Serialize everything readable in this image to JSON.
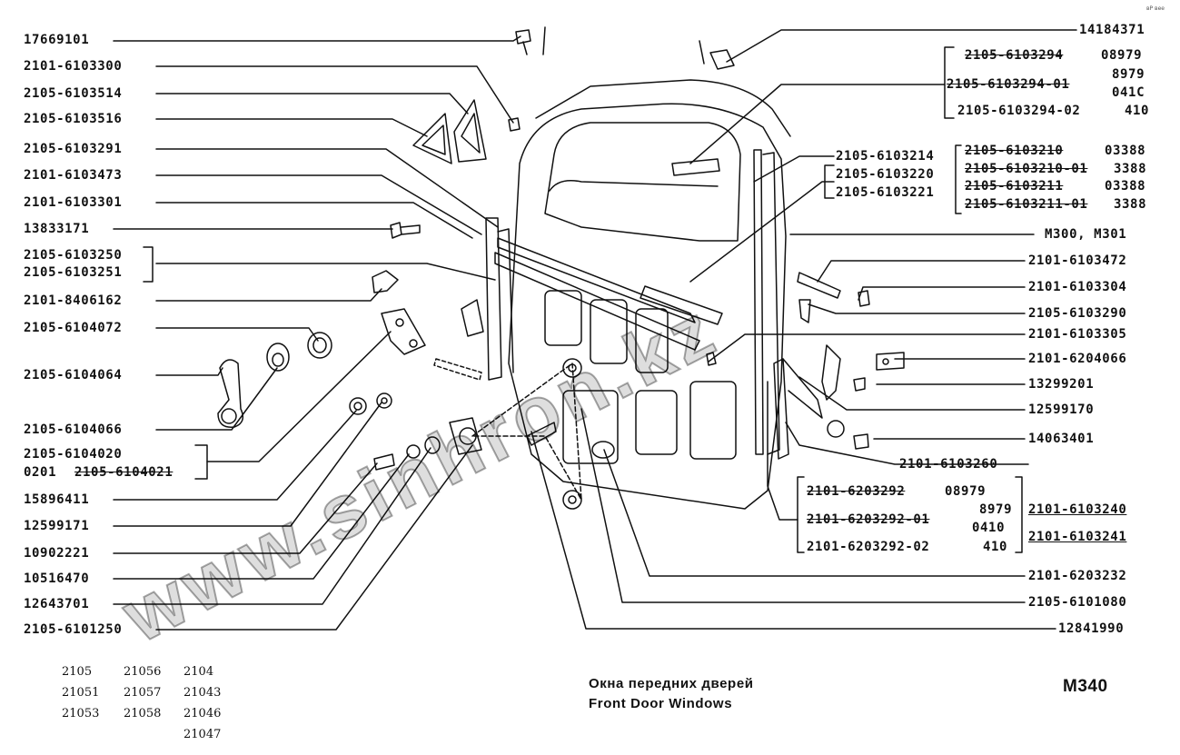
{
  "corner_mark": "вР вее",
  "watermark": "www.sinhron.kz",
  "left_labels": [
    {
      "id": "l1",
      "text": "17669101"
    },
    {
      "id": "l2",
      "text": "2101-6103300"
    },
    {
      "id": "l3",
      "text": "2105-6103514"
    },
    {
      "id": "l4",
      "text": "2105-6103516"
    },
    {
      "id": "l5",
      "text": "2105-6103291"
    },
    {
      "id": "l6",
      "text": "2101-6103473"
    },
    {
      "id": "l7",
      "text": "2101-6103301"
    },
    {
      "id": "l8",
      "text": "13833171"
    },
    {
      "id": "l9a",
      "text": "2105-6103250"
    },
    {
      "id": "l9b",
      "text": "2105-6103251"
    },
    {
      "id": "l10",
      "text": "2101-8406162"
    },
    {
      "id": "l11",
      "text": "2105-6104072"
    },
    {
      "id": "l12",
      "text": "2105-6104064"
    },
    {
      "id": "l13",
      "text": "2105-6104066"
    },
    {
      "id": "l14a",
      "text": "2105-6104020"
    },
    {
      "id": "l14b_prefix",
      "text": "0201"
    },
    {
      "id": "l14b",
      "text": "2105-6104021"
    },
    {
      "id": "l15",
      "text": "15896411"
    },
    {
      "id": "l16",
      "text": "12599171"
    },
    {
      "id": "l17",
      "text": "10902221"
    },
    {
      "id": "l18",
      "text": "10516470"
    },
    {
      "id": "l19",
      "text": "12643701"
    },
    {
      "id": "l20",
      "text": "2105-6101250"
    }
  ],
  "right_labels": [
    {
      "id": "r1",
      "text": "14184371"
    },
    {
      "id": "r2a",
      "text": "2105-6103294"
    },
    {
      "id": "r2a_code",
      "text": "08979"
    },
    {
      "id": "r2b",
      "text": "2105-6103294-01"
    },
    {
      "id": "r2b_code1",
      "text": "8979"
    },
    {
      "id": "r2b_code2",
      "text": "041C"
    },
    {
      "id": "r2c",
      "text": "2105-6103294-02"
    },
    {
      "id": "r2c_code",
      "text": "410"
    },
    {
      "id": "r3",
      "text": "2105-6103214"
    },
    {
      "id": "r4a",
      "text": "2105-6103220"
    },
    {
      "id": "r4b",
      "text": "2105-6103221"
    },
    {
      "id": "r5a",
      "text": "2105-6103210"
    },
    {
      "id": "r5a_code",
      "text": "03388"
    },
    {
      "id": "r5b",
      "text": "2105-6103210-01"
    },
    {
      "id": "r5b_code",
      "text": "3388"
    },
    {
      "id": "r5c",
      "text": "2105-6103211"
    },
    {
      "id": "r5c_code",
      "text": "03388"
    },
    {
      "id": "r5d",
      "text": "2105-6103211-01"
    },
    {
      "id": "r5d_code",
      "text": "3388"
    },
    {
      "id": "r6",
      "text": "M300, M301"
    },
    {
      "id": "r7",
      "text": "2101-6103472"
    },
    {
      "id": "r8",
      "text": "2101-6103304"
    },
    {
      "id": "r9",
      "text": "2105-6103290"
    },
    {
      "id": "r10",
      "text": "2101-6103305"
    },
    {
      "id": "r11",
      "text": "2101-6204066"
    },
    {
      "id": "r12",
      "text": "13299201"
    },
    {
      "id": "r13",
      "text": "12599170"
    },
    {
      "id": "r14",
      "text": "14063401"
    },
    {
      "id": "r15",
      "text": "2101-6103260"
    },
    {
      "id": "r16a",
      "text": "2101-6203292"
    },
    {
      "id": "r16a_code",
      "text": "08979"
    },
    {
      "id": "r16b",
      "text": "2101-6203292-01"
    },
    {
      "id": "r16b_code1",
      "text": "8979"
    },
    {
      "id": "r16b_code2",
      "text": "0410"
    },
    {
      "id": "r16c",
      "text": "2101-6203292-02"
    },
    {
      "id": "r16c_code",
      "text": "410"
    },
    {
      "id": "r17a",
      "text": "2101-6103240"
    },
    {
      "id": "r17b",
      "text": "2101-6103241"
    },
    {
      "id": "r18",
      "text": "2101-6203232"
    },
    {
      "id": "r19",
      "text": "2105-6101080"
    },
    {
      "id": "r20",
      "text": "12841990"
    }
  ],
  "models": [
    [
      "2105",
      "21056",
      "2104"
    ],
    [
      "21051",
      "21057",
      "21043"
    ],
    [
      "21053",
      "21058",
      "21046"
    ],
    [
      "",
      "",
      "21047"
    ]
  ],
  "title_ru": "Окна передних дверей",
  "title_en": "Front Door Windows",
  "page_code": "M340"
}
